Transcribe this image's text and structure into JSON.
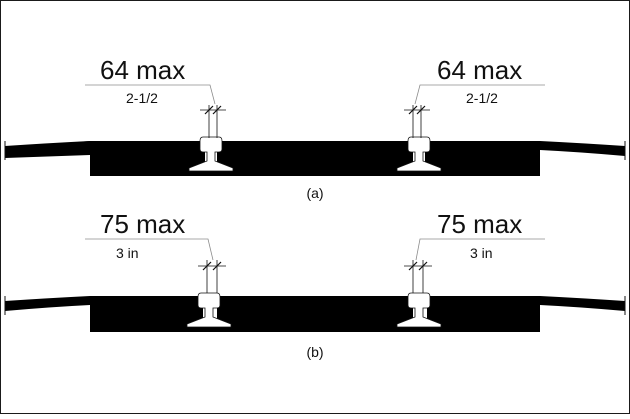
{
  "panels": [
    {
      "caption": "(a)",
      "left": {
        "max_label": "64 max",
        "sub_label": "2-1/2"
      },
      "right": {
        "max_label": "64 max",
        "sub_label": "2-1/2"
      }
    },
    {
      "caption": "(b)",
      "left": {
        "max_label": "75 max",
        "sub_label": "3 in"
      },
      "right": {
        "max_label": "75 max",
        "sub_label": "3 in"
      }
    }
  ],
  "colors": {
    "fill": "#000000",
    "line": "#111111",
    "leader": "#8c8c8c",
    "background": "#ffffff"
  }
}
